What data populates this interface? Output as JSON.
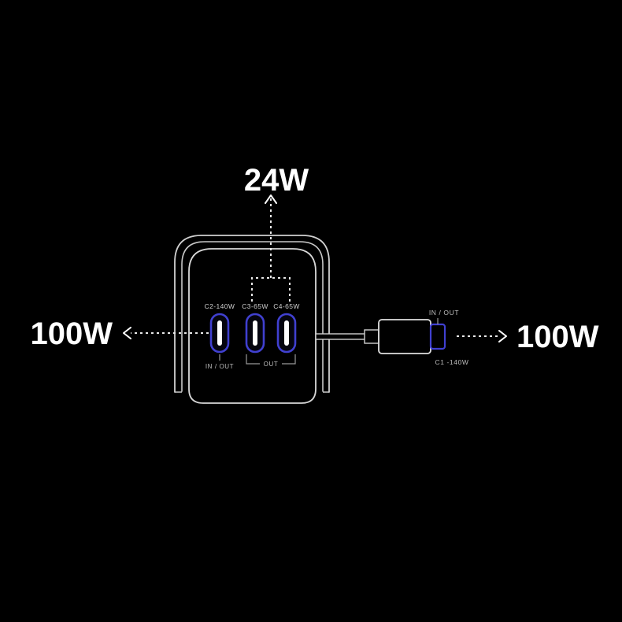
{
  "scene": {
    "background_color": "#000000",
    "title": "GaN charger power distribution diagram"
  },
  "colors": {
    "background": "#000000",
    "outline": "#d8d8d8",
    "port_ring": "#4040d0",
    "port_slot": "#ffffff",
    "label_text": "#cfcfcf",
    "big_text": "#ffffff",
    "dotted_line": "#e8e8e8",
    "bracket": "#9a9a9a"
  },
  "callouts": {
    "top": {
      "value": "24W",
      "direction": "up"
    },
    "left": {
      "value": "100W",
      "direction": "left"
    },
    "right": {
      "value": "100W",
      "direction": "right"
    }
  },
  "charger": {
    "ports": [
      {
        "id": "c2",
        "label": "C2-140W",
        "sublabel": "IN / OUT"
      },
      {
        "id": "c3",
        "label": "C3-65W",
        "sublabel": ""
      },
      {
        "id": "c4",
        "label": "C4-65W",
        "sublabel": ""
      }
    ],
    "group_bracket_label": "OUT"
  },
  "cable": {
    "connector_top_label": "IN / OUT",
    "connector_bottom_label": "C1 -140W"
  }
}
